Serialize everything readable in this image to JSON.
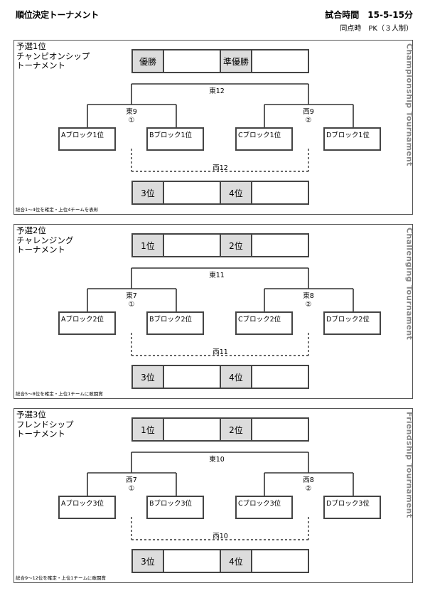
{
  "header": {
    "title": "順位決定トーナメント",
    "time_label": "試合時間",
    "time_value": "15-5-15分",
    "pk_note": "同点時　PK（３人制）"
  },
  "sections": [
    {
      "label_lines": [
        "予選1位",
        "チャンピオンシップ",
        "トーナメント"
      ],
      "side_label": "Championship Tournament",
      "note": "総合1〜4位を確定・上位4チームを表彰",
      "top_left": "優勝",
      "top_right": "準優勝",
      "final_match": "東12",
      "semi_left": "東9",
      "semi_right": "西9",
      "circle_left": "①",
      "circle_right": "②",
      "teams": [
        "Aブロック1位",
        "Bブロック1位",
        "Cブロック1位",
        "Dブロック1位"
      ],
      "third_match": "西12",
      "bottom_left": "3位",
      "bottom_right": "4位"
    },
    {
      "label_lines": [
        "予選2位",
        "チャレンジング",
        "トーナメント"
      ],
      "side_label": "Challenging Tournament",
      "note": "総合5〜8位を確定・上位1チームに敢闘賞",
      "top_left": "1位",
      "top_right": "2位",
      "final_match": "東11",
      "semi_left": "東7",
      "semi_right": "東8",
      "circle_left": "①",
      "circle_right": "②",
      "teams": [
        "Aブロック2位",
        "Bブロック2位",
        "Cブロック2位",
        "Dブロック2位"
      ],
      "third_match": "西11",
      "bottom_left": "3位",
      "bottom_right": "4位"
    },
    {
      "label_lines": [
        "予選3位",
        "フレンドシップ",
        "トーナメント"
      ],
      "side_label": "Friendship Tournament",
      "note": "総合9〜12位を確定・上位1チームに敢闘賞",
      "top_left": "1位",
      "top_right": "2位",
      "final_match": "東10",
      "semi_left": "西7",
      "semi_right": "西8",
      "circle_left": "①",
      "circle_right": "②",
      "teams": [
        "Aブロック3位",
        "Bブロック3位",
        "Cブロック3位",
        "Dブロック3位"
      ],
      "third_match": "西10",
      "bottom_left": "3位",
      "bottom_right": "4位"
    }
  ]
}
